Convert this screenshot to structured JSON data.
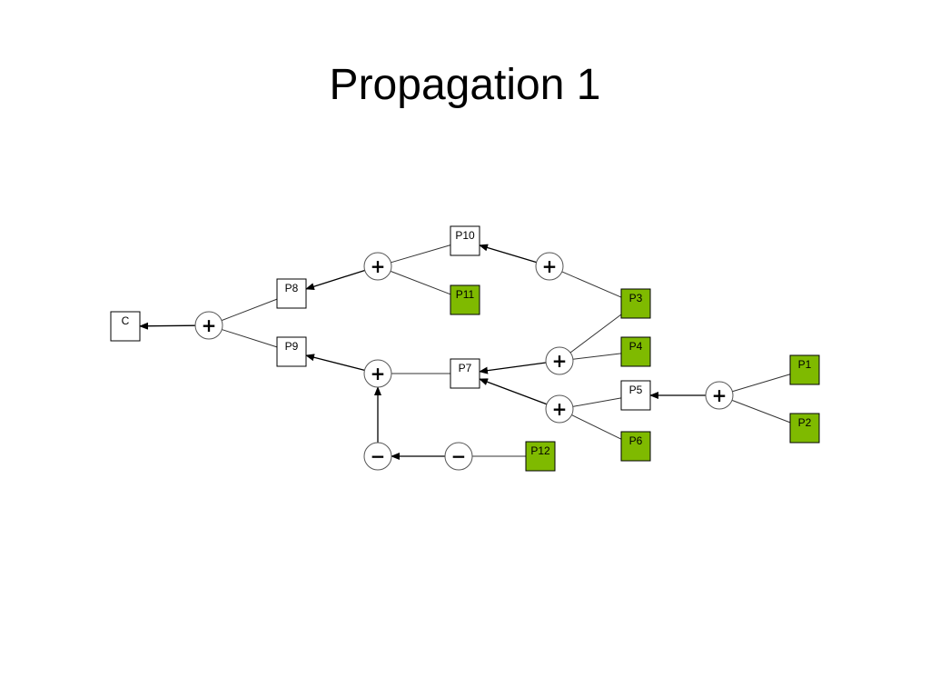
{
  "title": "Propagation 1",
  "colors": {
    "input_fill": "#7fba00",
    "node_fill": "#ffffff",
    "stroke": "#000000",
    "edge": "#333333"
  },
  "nodes": {
    "C": {
      "label": "C",
      "kind": "intermediate"
    },
    "P1": {
      "label": "P1",
      "kind": "input"
    },
    "P2": {
      "label": "P2",
      "kind": "input"
    },
    "P3": {
      "label": "P3",
      "kind": "input"
    },
    "P4": {
      "label": "P4",
      "kind": "input"
    },
    "P5": {
      "label": "P5",
      "kind": "intermediate"
    },
    "P6": {
      "label": "P6",
      "kind": "input"
    },
    "P7": {
      "label": "P7",
      "kind": "intermediate"
    },
    "P8": {
      "label": "P8",
      "kind": "intermediate"
    },
    "P9": {
      "label": "P9",
      "kind": "intermediate"
    },
    "P10": {
      "label": "P10",
      "kind": "intermediate"
    },
    "P11": {
      "label": "P11",
      "kind": "input"
    },
    "P12": {
      "label": "P12",
      "kind": "input"
    }
  },
  "operators": {
    "op_c": {
      "symbol": "+"
    },
    "op_p8": {
      "symbol": "+"
    },
    "op_p10": {
      "symbol": "+"
    },
    "op_p9": {
      "symbol": "+"
    },
    "op_p7": {
      "symbol": "+"
    },
    "op_p7b": {
      "symbol": "+"
    },
    "op_p5": {
      "symbol": "+"
    },
    "op_neg1": {
      "symbol": "−"
    },
    "op_neg2": {
      "symbol": "−"
    }
  }
}
